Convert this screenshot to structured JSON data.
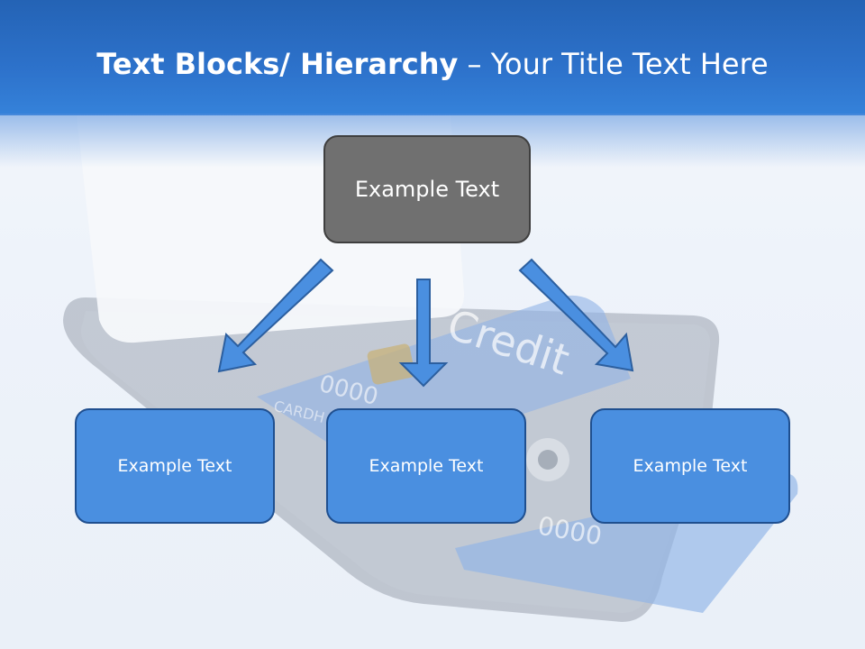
{
  "title": {
    "bold": "Text Blocks/ Hierarchy",
    "separator": " – ",
    "light": "Your Title Text Here"
  },
  "top_box": {
    "label": "Example Text"
  },
  "children": [
    {
      "label": "Example Text"
    },
    {
      "label": "Example Text"
    },
    {
      "label": "Example Text"
    }
  ],
  "background_text": {
    "card_word": "Credit",
    "card_digits": "0000",
    "card_holder": "CARDH",
    "lower_card_digits": "0000"
  },
  "colors": {
    "title_bar": "#2d72cb",
    "top_box": "#707070",
    "child_box": "#4a8fe0",
    "arrow": "#4a8fe0"
  }
}
